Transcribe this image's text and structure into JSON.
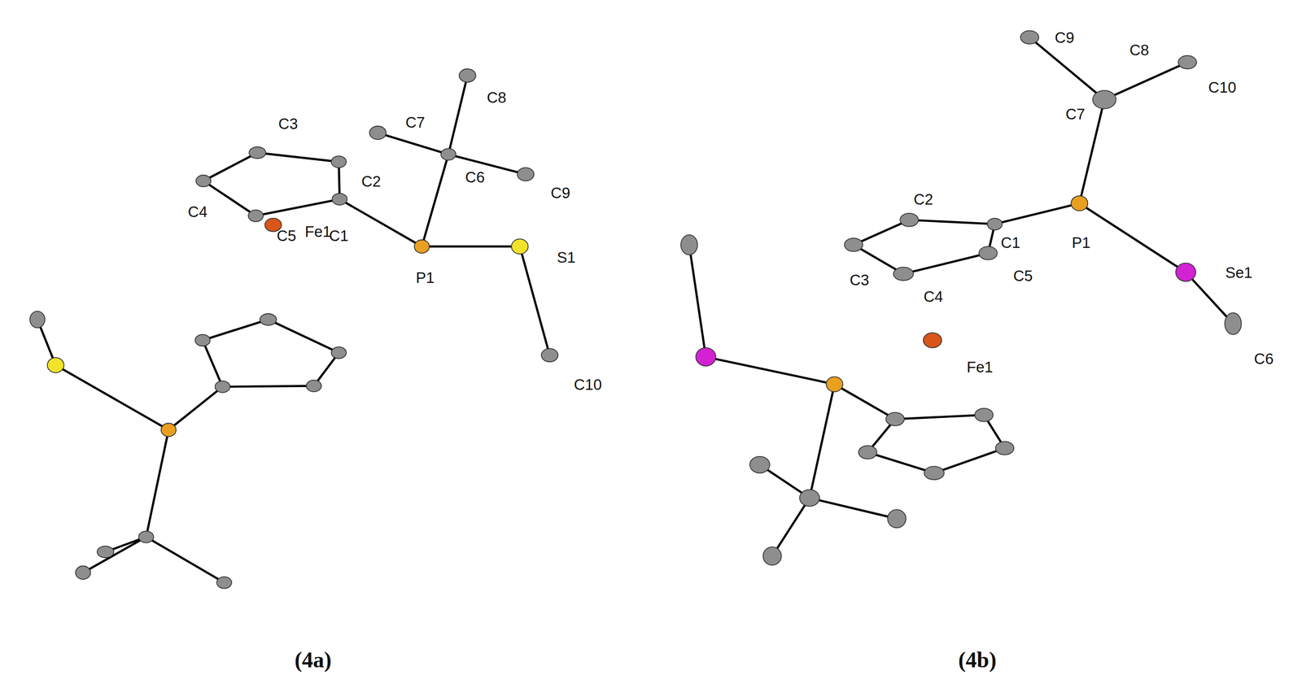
{
  "diagram": {
    "labels": [
      "C8",
      "C7",
      "C3",
      "C2",
      "C6",
      "C9",
      "C4",
      "C5",
      "C1",
      "P1",
      "S1",
      "Fe1",
      "C10",
      "(4a)",
      "C9",
      "C8",
      "C10",
      "C7",
      "C2",
      "C1",
      "P1",
      "C3",
      "C5",
      "C4",
      "Se1",
      "C6",
      "Fe1",
      "(4b)"
    ]
  }
}
